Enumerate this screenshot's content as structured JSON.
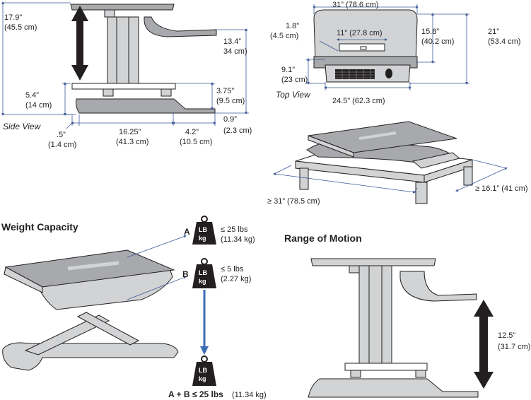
{
  "views": {
    "side": "Side View",
    "top": "Top View"
  },
  "side_dims": {
    "height_in": "17.9”",
    "height_cm": "(45.5 cm)",
    "arm_in": "13.4”",
    "arm_cm": "34 cm)",
    "base_h_in": "5.4”",
    "base_h_cm": "(14 cm)",
    "kb_h_in": "3.75”",
    "kb_h_cm": "(9.5 cm)",
    "kb_t_in": "0.9”",
    "kb_t_cm": "(2.3 cm)",
    "foot_in": ".5”",
    "foot_cm": "(1.4 cm)",
    "depth_in": "16.25”",
    "depth_cm": "(41.3 cm)",
    "kb_d_in": "4.2”",
    "kb_d_cm": "(10.5 cm)"
  },
  "top_dims": {
    "width": "31” (78.6 cm)",
    "tray_in": "1.8”",
    "tray_cm": "(4.5 cm)",
    "inner": "11” (27.8 cm)",
    "mid_in": "15.8”",
    "mid_cm": "(40.2 cm)",
    "full_in": "21”",
    "full_cm": "(53.4 cm)",
    "kb_in": "9.1”",
    "kb_cm": "(23 cm)",
    "base_w": "24.5” (62.3 cm)"
  },
  "iso_dims": {
    "width": "≥ 31” (78.5 cm)",
    "depth": "≥ 16.1” (41 cm)"
  },
  "weight": {
    "title": "Weight Capacity",
    "a": "A",
    "b": "B",
    "a_cap": "≤ 25 lbs",
    "a_kg": "(11.34 kg)",
    "b_cap": "≤ 5 lbs",
    "b_kg": "(2.27 kg)",
    "lb": "LB",
    "kg": "kg",
    "total_prefix": "A + B ≤ 25 lbs",
    "total_kg": "(11.34 kg)"
  },
  "range": {
    "title": "Range of Motion",
    "travel_in": "12.5”",
    "travel_cm": "(31.7 cm)"
  },
  "colors": {
    "dimension_line": "#3d5a99",
    "arrow_blue": "#3d6db5",
    "product_grey": "#a7a9ac",
    "black": "#231f20"
  }
}
